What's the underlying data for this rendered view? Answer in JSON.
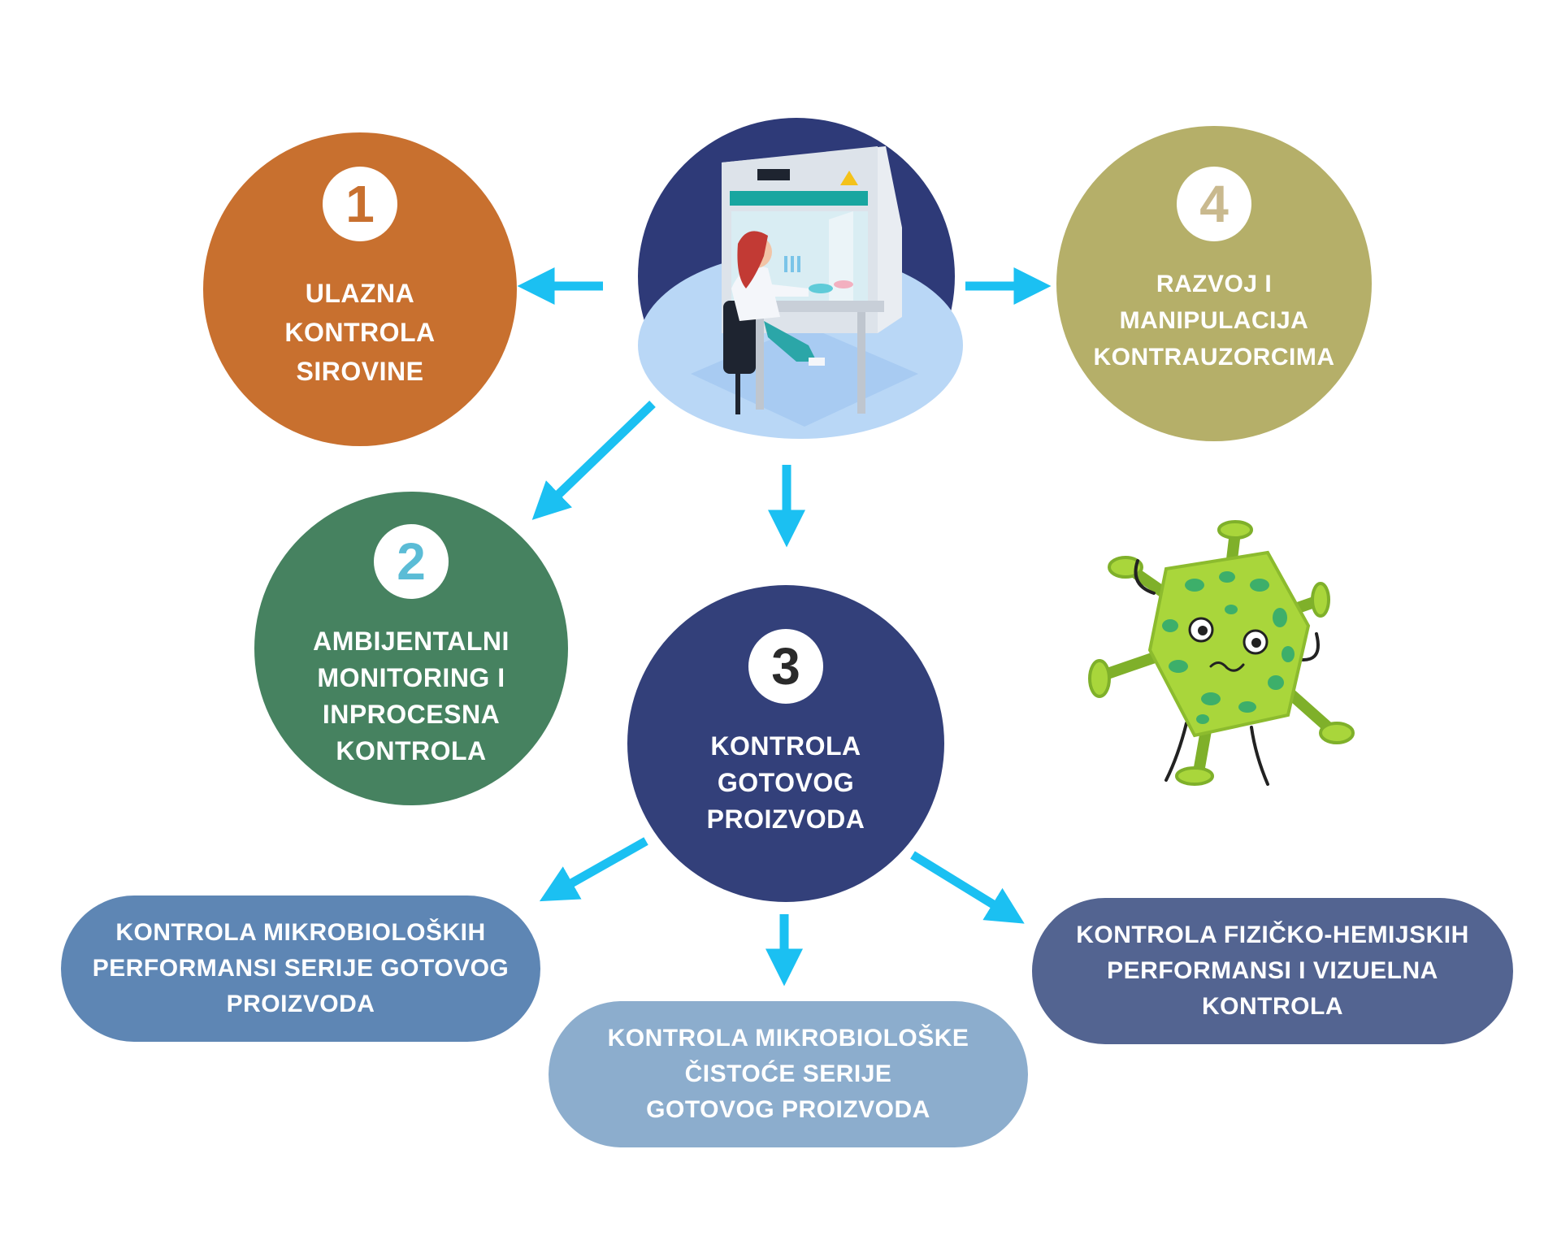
{
  "colors": {
    "step1": "#C8702F",
    "step2": "#468260",
    "step3": "#33407A",
    "step4": "#B5AF69",
    "arrow": "#1BC0F2",
    "pill_left": "#5E86B4",
    "pill_center": "#8CADCD",
    "pill_right": "#536491",
    "lab_bg": "#2E3A78",
    "virus_green": "#A9D63B"
  },
  "center_illustration": {
    "icon": "lab-scientist-biosafety-cabinet-icon"
  },
  "virus_illustration": {
    "icon": "virus-cartoon-icon"
  },
  "steps": [
    {
      "id": "step1",
      "number": "1",
      "label": "ULAZNA\nKONTROLA\nSIROVINE"
    },
    {
      "id": "step2",
      "number": "2",
      "label": "AMBIJENTALNI\nMONITORING I\nINPROCESNA\nKONTROLA"
    },
    {
      "id": "step3",
      "number": "3",
      "label": "KONTROLA\nGOTOVOG\nPROIZVODA"
    },
    {
      "id": "step4",
      "number": "4",
      "label": "RAZVOJ I\nMANIPULACIJA\nKONTRAUZORCIMA"
    }
  ],
  "sub_controls": [
    {
      "id": "left",
      "label": "KONTROLA MIKROBIOLOŠKIH\nPERFORMANSI SERIJE GOTOVOG\nPROIZVODA"
    },
    {
      "id": "center",
      "label": "KONTROLA MIKROBIOLOŠKE\nČISTOĆE SERIJE\nGOTOVOG PROIZVODA"
    },
    {
      "id": "right",
      "label": "KONTROLA FIZIČKO-HEMIJSKIH\nPERFORMANSI  I VIZUELNA\nKONTROLA"
    }
  ]
}
